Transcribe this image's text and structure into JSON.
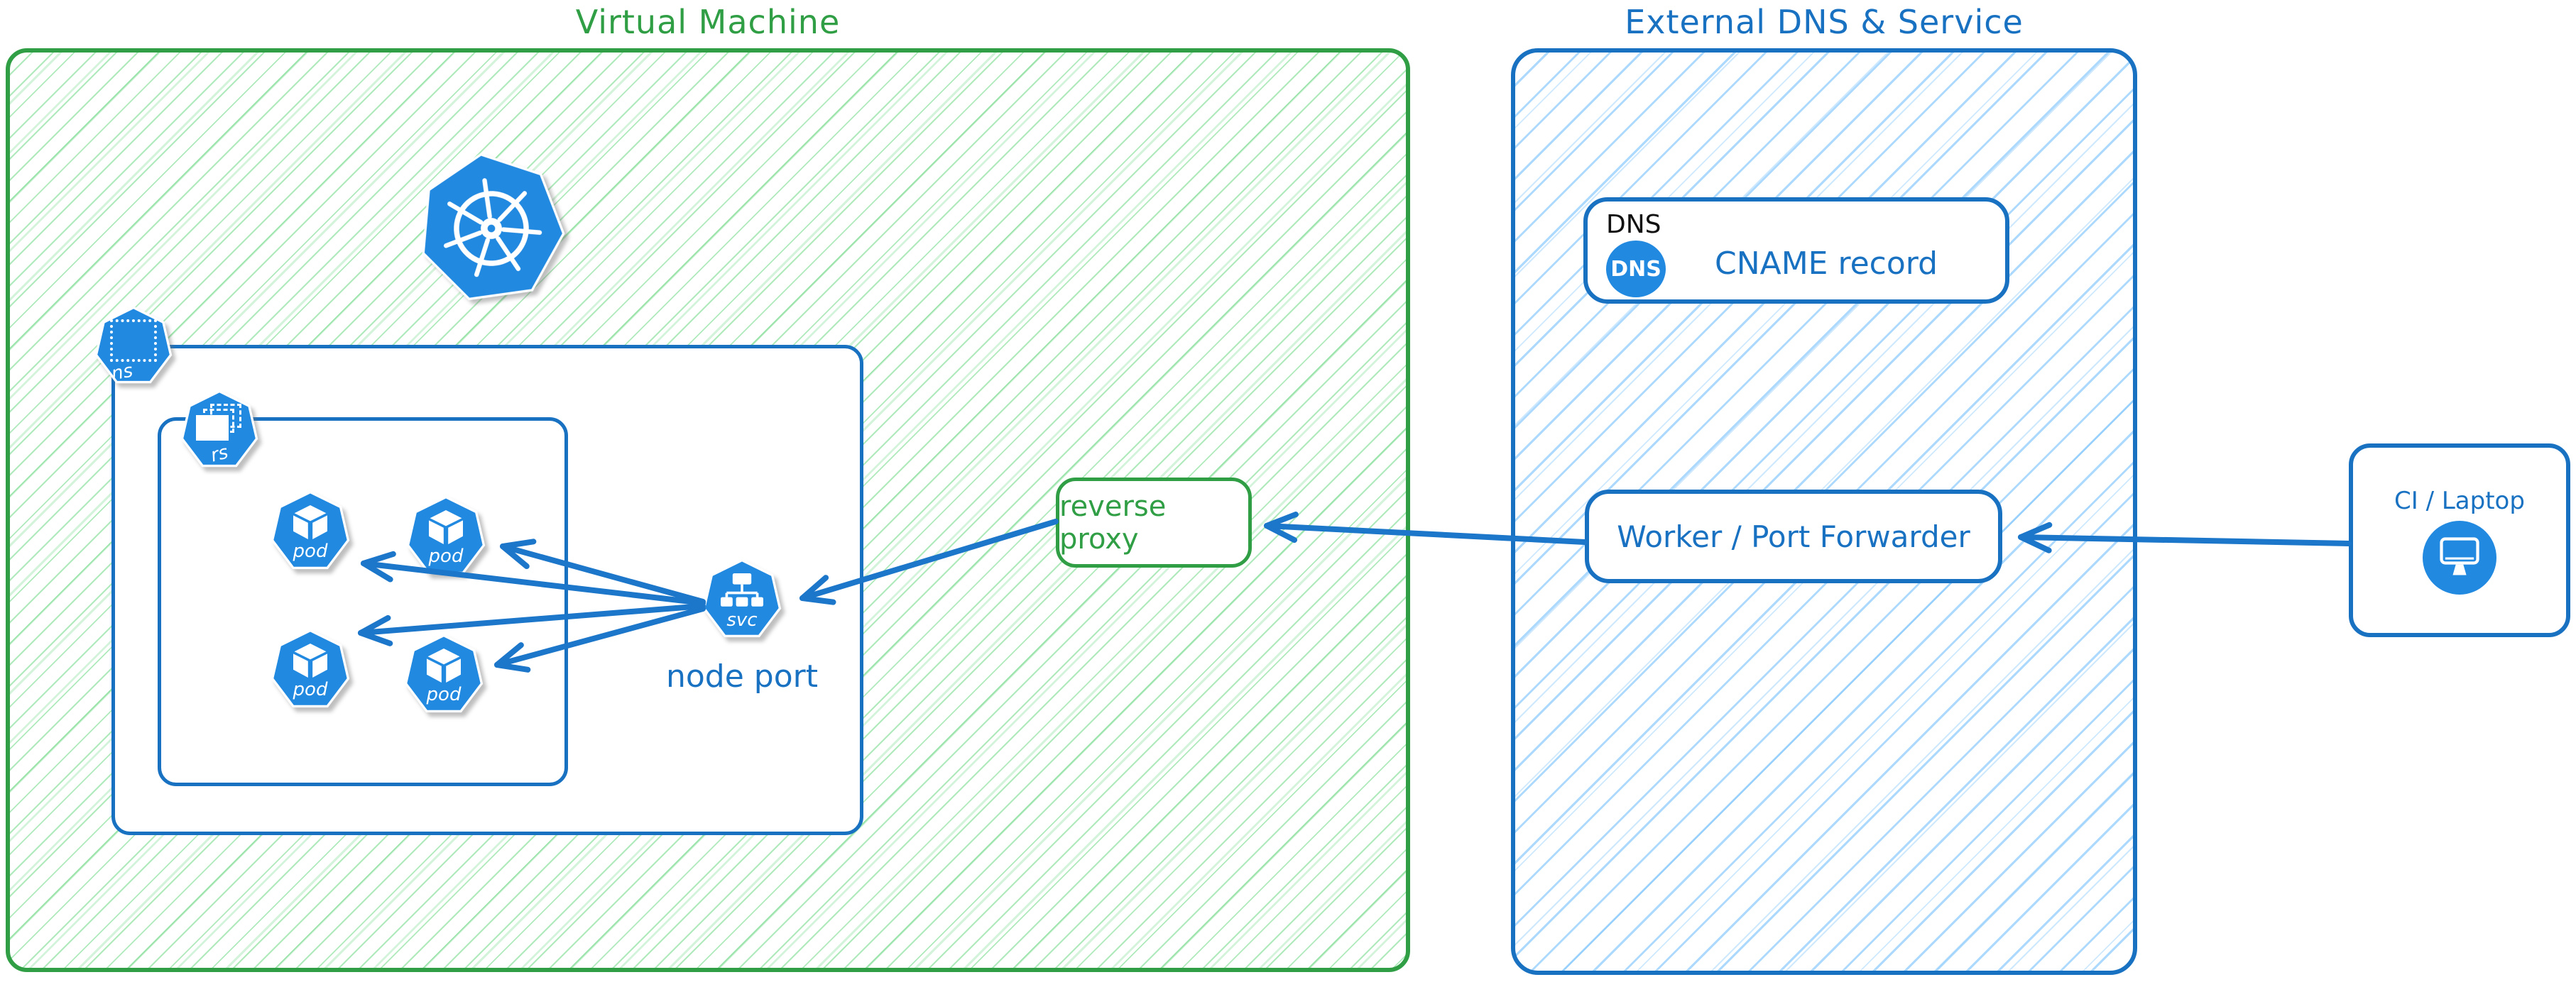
{
  "titles": {
    "vm": "Virtual Machine",
    "external": "External DNS & Service"
  },
  "labels": {
    "node_port": "node port",
    "reverse_proxy": "reverse proxy",
    "dns_section": "DNS",
    "cname": "CNAME record",
    "worker": "Worker / Port Forwarder",
    "client": "CI / Laptop"
  },
  "badges": {
    "namespace": "ns",
    "replicaset": "rs",
    "service": "svc",
    "dns": "DNS"
  },
  "pods": [
    {
      "label": "pod"
    },
    {
      "label": "pod"
    },
    {
      "label": "pod"
    },
    {
      "label": "pod"
    }
  ],
  "connections": [
    {
      "from": "ci-laptop",
      "to": "worker-port-forwarder"
    },
    {
      "from": "worker-port-forwarder",
      "to": "reverse-proxy"
    },
    {
      "from": "reverse-proxy",
      "to": "node-port-service"
    },
    {
      "from": "node-port-service",
      "to": "pod-1"
    },
    {
      "from": "node-port-service",
      "to": "pod-2"
    },
    {
      "from": "node-port-service",
      "to": "pod-3"
    },
    {
      "from": "node-port-service",
      "to": "pod-4"
    }
  ],
  "colors": {
    "green_stroke": "#2f9e44",
    "green_hatch": "#8ce2a0",
    "blue_stroke": "#1971c2",
    "blue_hatch": "#74c0fc",
    "icon_blue": "#2289e0",
    "arrow_blue": "#1c76c9",
    "dns_text_black": "#111111"
  }
}
